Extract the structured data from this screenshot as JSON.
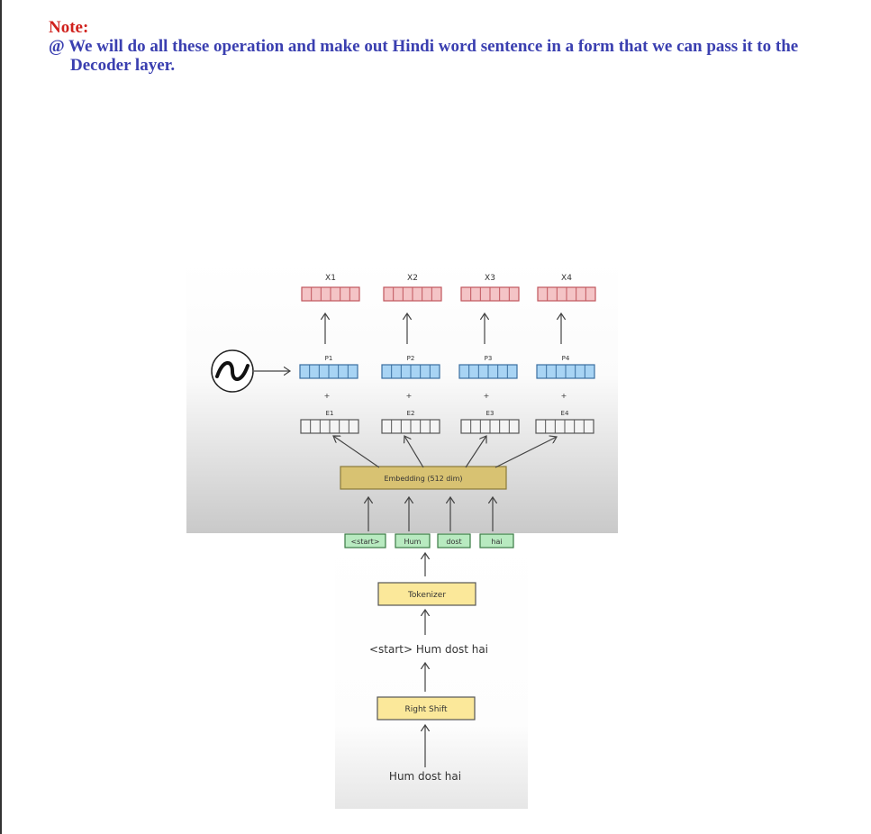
{
  "note": {
    "title": "Note:",
    "body": "@ We will do all these operation and make out Hindi word sentence in a form that we can pass it to the Decoder layer."
  },
  "diagram": {
    "x_labels": [
      "X1",
      "X2",
      "X3",
      "X4"
    ],
    "p_labels": [
      "P1",
      "P2",
      "P3",
      "P4"
    ],
    "e_labels": [
      "E1",
      "E2",
      "E3",
      "E4"
    ],
    "plus": "+",
    "embedding_label": "Embedding (512 dim)",
    "tokens": [
      "<start>",
      "Hum",
      "dost",
      "hai"
    ],
    "tokenizer_label": "Tokenizer",
    "shifted_sentence": "<start> Hum dost hai",
    "right_shift_label": "Right Shift",
    "input_sentence": "Hum dost hai",
    "colors": {
      "x_fill": "#f4c4c6",
      "x_stroke": "#c0555c",
      "p_fill": "#a8d4f4",
      "p_stroke": "#3a6fa0",
      "embedding_fill": "#d8c272",
      "token_fill": "#b8eac0",
      "token_stroke": "#3a7a44",
      "box_fill": "#fbe89a"
    }
  }
}
